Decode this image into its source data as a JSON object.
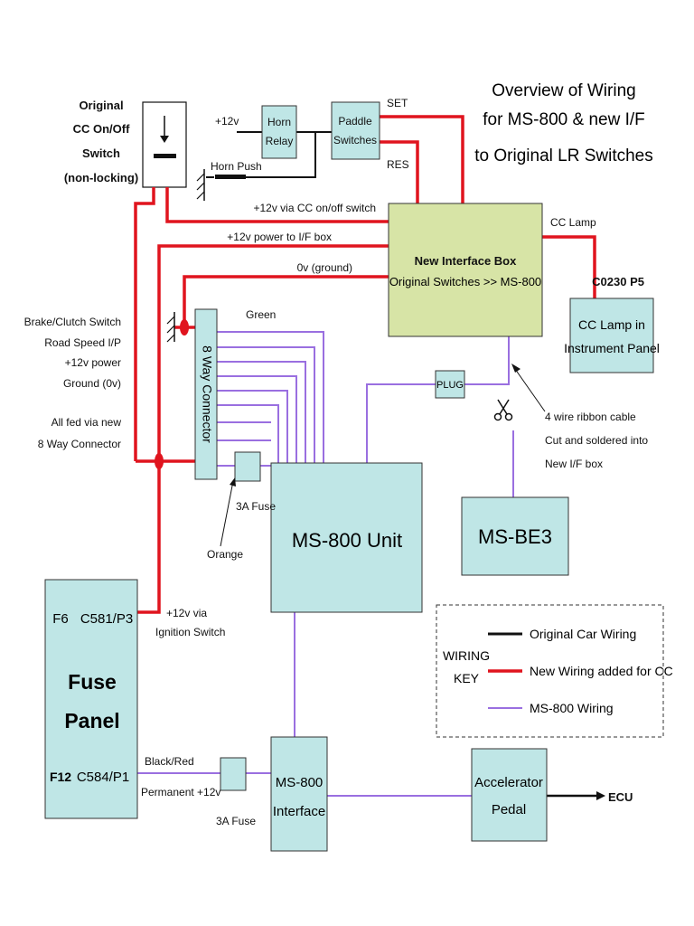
{
  "title": [
    "Overview of Wiring",
    "for MS-800 & new I/F",
    "to Original LR Switches"
  ],
  "cc_switch": [
    "Original",
    "CC On/Off",
    "Switch",
    "(non-locking)"
  ],
  "horn_relay": [
    "Horn",
    "Relay"
  ],
  "paddle": [
    "Paddle",
    "Switches"
  ],
  "labels": {
    "plus12v": "+12v",
    "horn_push": "Horn Push",
    "set": "SET",
    "res": "RES",
    "via_cc": "+12v via CC on/off switch",
    "power_if": "+12v power to I/F box",
    "ground": "0v (ground)",
    "cc_lamp": "CC Lamp",
    "c0230": "C0230 P5",
    "green": "Green",
    "orange": "Orange",
    "fuse3a_top": "3A Fuse",
    "fuse3a_bottom": "3A Fuse",
    "plug": "PLUG",
    "ignition": [
      "+12v via",
      "Ignition Switch"
    ],
    "black_red": "Black/Red",
    "permanent": "Permanent +12v",
    "ecu": "ECU",
    "ribbon": [
      "4 wire ribbon cable",
      "Cut and soldered into",
      "New I/F box"
    ],
    "inputs": [
      "Brake/Clutch Switch",
      "Road Speed I/P",
      "+12v power",
      "Ground (0v)"
    ],
    "fed_via": [
      "All fed via new",
      "8 Way Connector"
    ]
  },
  "interface_box": {
    "title": "New Interface Box",
    "subtitle": "Original Switches >> MS-800"
  },
  "lamp_box": [
    "CC Lamp in",
    "Instrument Panel"
  ],
  "connector": "8 Way Connector",
  "ms800": "MS-800 Unit",
  "msbe3": "MS-BE3",
  "fuse_panel": {
    "f6": "F6",
    "c581": "C581/P3",
    "title": [
      "Fuse",
      "Panel"
    ],
    "f12": "F12",
    "c584": "C584/P1"
  },
  "ms800_interface": [
    "MS-800",
    "Interface"
  ],
  "accel": [
    "Accelerator",
    "Pedal"
  ],
  "key": {
    "title": [
      "WIRING",
      "KEY"
    ],
    "original": "Original Car Wiring",
    "new": "New Wiring added for CC",
    "ms800": "MS-800 Wiring",
    "colors": {
      "original": "#111111",
      "new": "#e0141e",
      "ms800": "#9a6fe0"
    }
  }
}
